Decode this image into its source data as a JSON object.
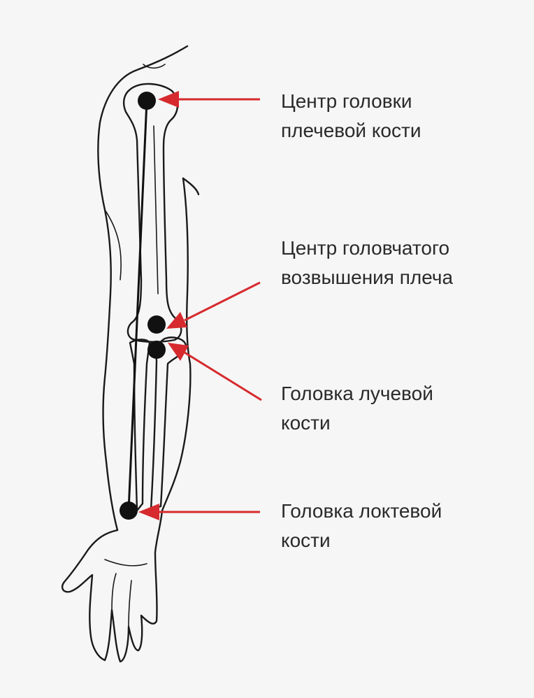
{
  "colors": {
    "background": "#f6f6f6",
    "arrow": "#d62a2e",
    "marker": "#111111",
    "text": "#2a2a2a",
    "outline": "#1a1a1a"
  },
  "labels": [
    {
      "id": "humeral-head",
      "lines": [
        "Центр головки",
        "плечевой кости"
      ]
    },
    {
      "id": "capitulum",
      "lines": [
        "Центр головчатого",
        "возвышения плеча"
      ]
    },
    {
      "id": "radial-head",
      "lines": [
        "Головка лучевой",
        "кости"
      ]
    },
    {
      "id": "ulnar-head",
      "lines": [
        "Головка локтевой",
        "кости"
      ]
    }
  ]
}
